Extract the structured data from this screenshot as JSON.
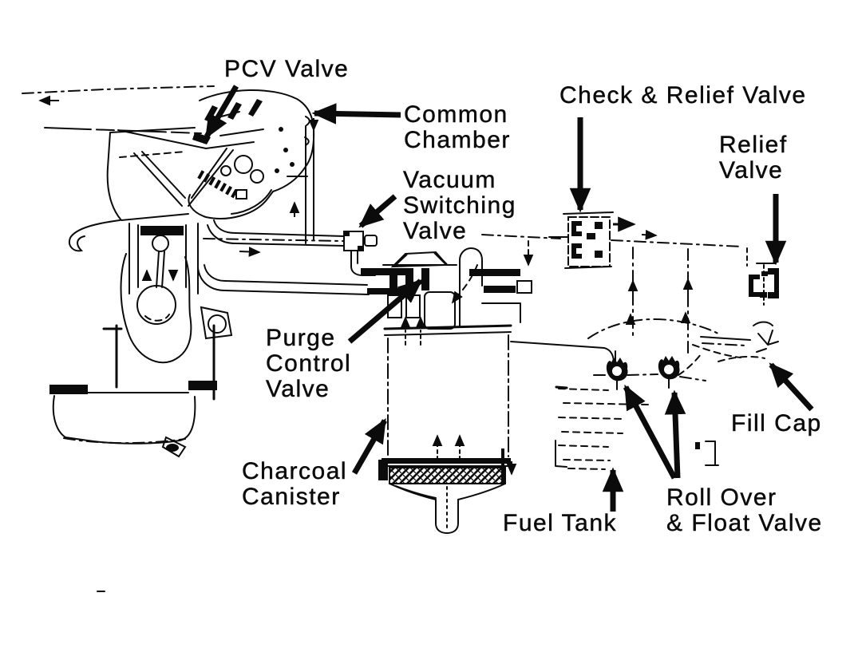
{
  "diagram": {
    "kind": "parts-callout-line-drawing",
    "colors": {
      "ink": "#0b0b0b",
      "paper": "#ffffff"
    }
  },
  "labels": {
    "pcv_valve": [
      "PCV Valve"
    ],
    "common_chamber": [
      "Common",
      "Chamber"
    ],
    "check_and_relief_valve": [
      "Check & Relief Valve"
    ],
    "relief_valve": [
      "Relief",
      "Valve"
    ],
    "vacuum_switching_valve": [
      "Vacuum",
      "Switching",
      "Valve"
    ],
    "purge_control_valve": [
      "Purge",
      "Control",
      "Valve"
    ],
    "charcoal_canister": [
      "Charcoal",
      "Canister"
    ],
    "fill_cap": [
      "Fill Cap"
    ],
    "fuel_tank": [
      "Fuel Tank"
    ],
    "roll_over_and_float_valve": [
      "Roll Over",
      "& Float Valve"
    ]
  }
}
